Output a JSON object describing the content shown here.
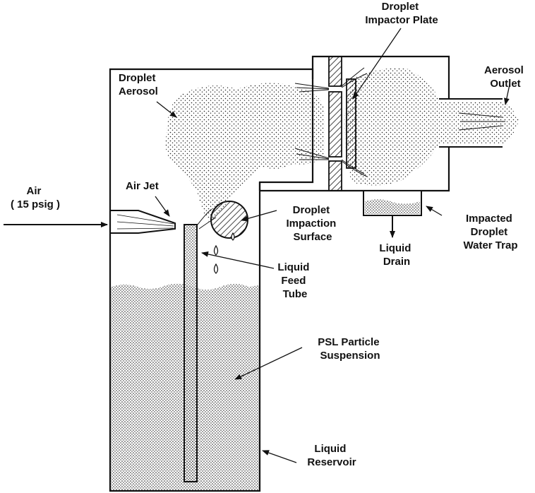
{
  "labels": {
    "impactor_plate": [
      "Droplet",
      "Impactor Plate"
    ],
    "aerosol_outlet": [
      "Aerosol",
      "Outlet"
    ],
    "droplet_aerosol": [
      "Droplet",
      "Aerosol"
    ],
    "air": [
      "Air",
      "( 15 psig )"
    ],
    "air_jet": [
      "Air Jet"
    ],
    "impaction_surface": [
      "Droplet",
      "Impaction",
      "Surface"
    ],
    "water_trap": [
      "Impacted",
      "Droplet",
      "Water Trap"
    ],
    "liquid_drain": [
      "Liquid",
      "Drain"
    ],
    "feed_tube": [
      "Liquid",
      "Feed",
      "Tube"
    ],
    "psl_suspension": [
      "PSL Particle",
      "Suspension"
    ],
    "reservoir": [
      "Liquid",
      "Reservoir"
    ]
  },
  "colors": {
    "ink": "#111111",
    "background": "#ffffff"
  }
}
